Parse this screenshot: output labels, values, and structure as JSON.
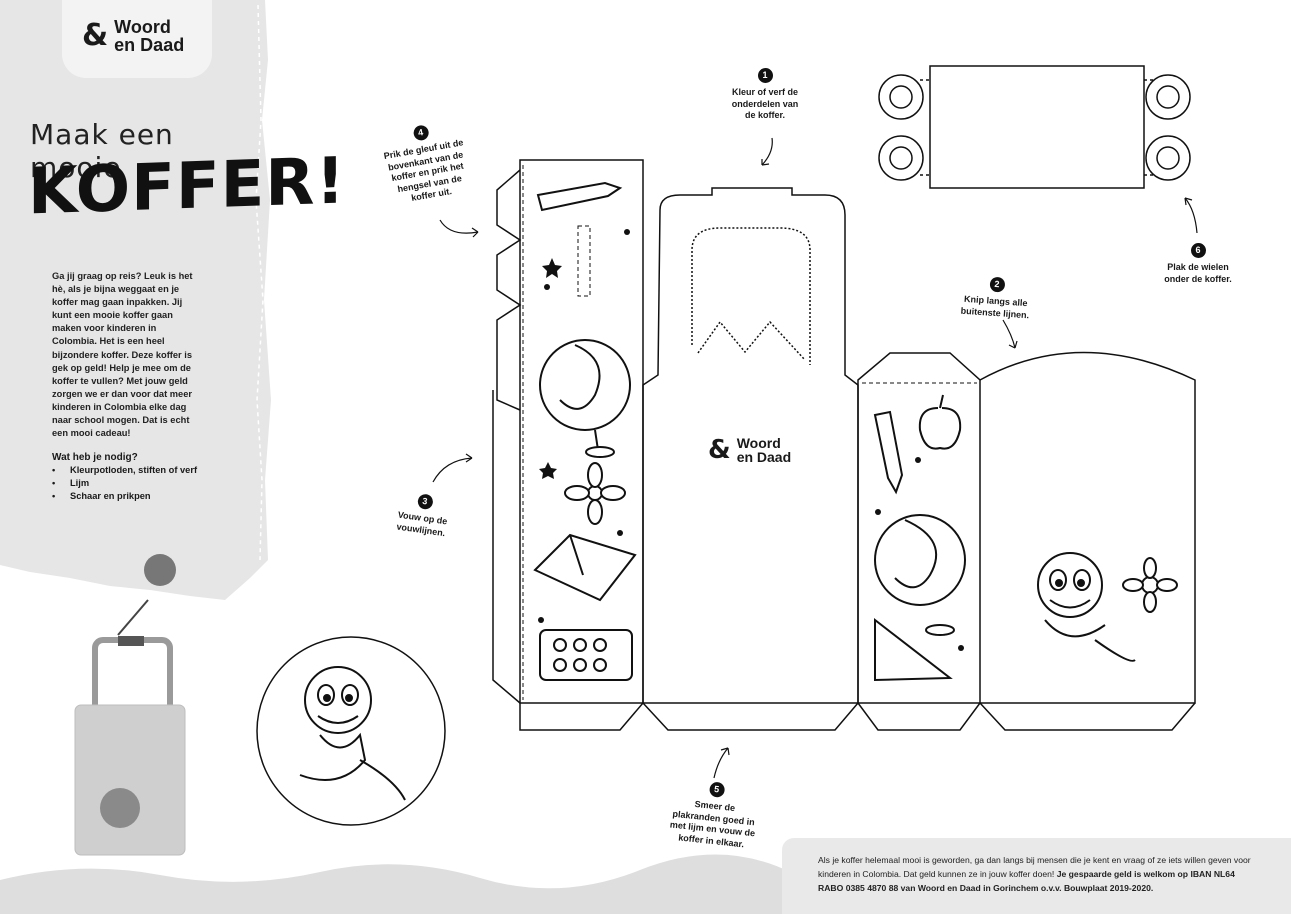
{
  "brand": {
    "mark": "&",
    "line1": "Woord",
    "line2": "en Daad"
  },
  "title": {
    "small": "Maak een mooie",
    "big": "KOFFER!"
  },
  "intro": "Ga jij graag op reis? Leuk is het hè, als je bijna weggaat en je koffer mag gaan inpakken. Jij kunt een mooie koffer gaan maken voor kinderen in Colombia. Het is een heel bijzondere koffer. Deze koffer is gek op geld! Help je mee om de koffer te vullen? Met jouw geld zorgen we er dan voor dat meer kinderen in Colombia elke dag naar school mogen. Dat is echt een mooi cadeau!",
  "needs": {
    "heading": "Wat heb je nodig?",
    "items": [
      "Kleurpotloden, stiften of verf",
      "Lijm",
      "Schaar en prikpen"
    ]
  },
  "steps": [
    {
      "num": "1",
      "text": "Kleur of verf de onderdelen van de koffer."
    },
    {
      "num": "2",
      "text": "Knip langs alle buitenste lijnen."
    },
    {
      "num": "3",
      "text": "Vouw op de vouwlijnen."
    },
    {
      "num": "4",
      "text": "Prik de gleuf uit de bovenkant van de koffer en prik het hengsel van de koffer uit."
    },
    {
      "num": "5",
      "text": "Smeer de plakranden goed in met lijm en vouw de koffer in elkaar."
    },
    {
      "num": "6",
      "text": "Plak de wielen onder de koffer."
    }
  ],
  "footer": {
    "text": "Als je koffer helemaal mooi is geworden, ga dan langs bij mensen die je kent en vraag of ze iets willen geven voor kinderen in Colombia. Dat geld kunnen ze in jouw koffer doen!",
    "bold": "Je gespaarde geld is welkom op IBAN NL64 RABO 0385 4870 88 van Woord en Daad in Gorinchem o.v.v. Bouwplaat 2019-2020."
  },
  "colors": {
    "panel": "#e6e6e6",
    "ink": "#111111",
    "footer_bg": "#e9e9e9"
  },
  "icons": [
    "pencil-icon",
    "globe-icon",
    "flower-icon",
    "book-icon",
    "paint-palette-icon",
    "apple-icon",
    "triangle-ruler-icon",
    "monkey-icon",
    "star-icon",
    "wheel-icon"
  ]
}
